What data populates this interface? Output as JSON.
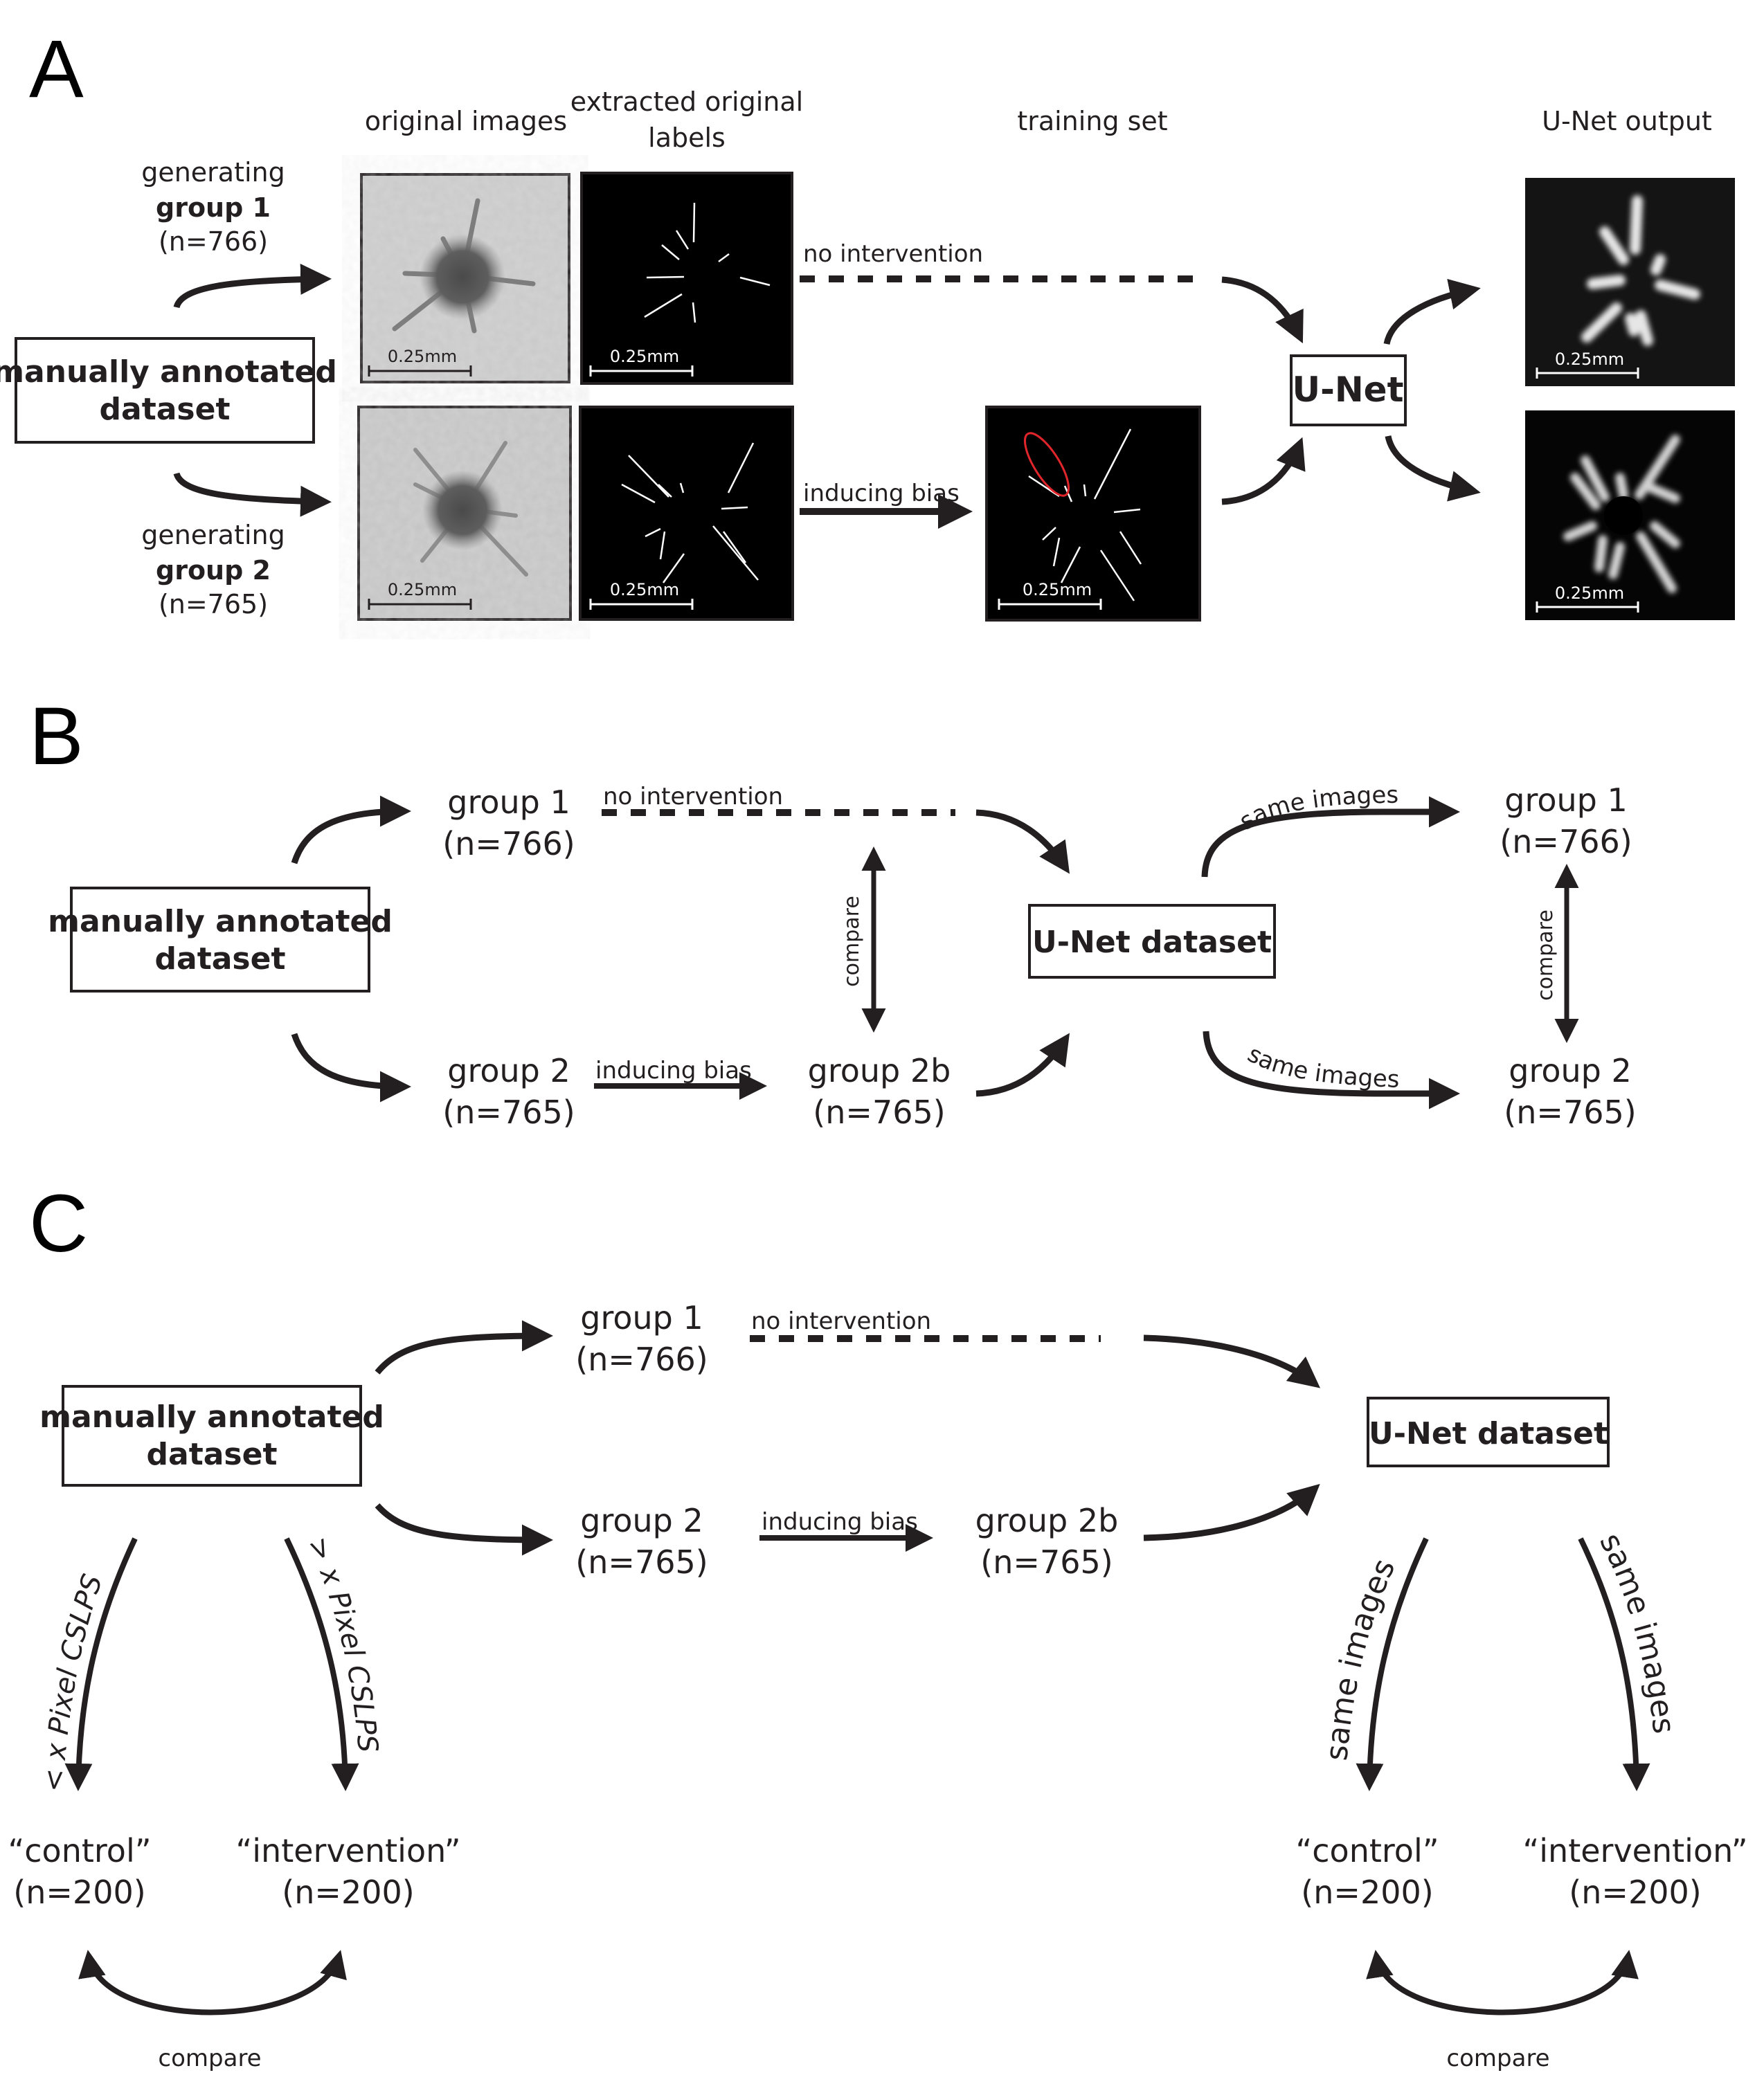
{
  "figure": {
    "colors": {
      "ink": "#231f20",
      "highlight_ellipse": "#e0262b",
      "micrograph_bg": "#c4c4c4",
      "mask_bg": "#000000"
    },
    "panel_a": {
      "letter": "A",
      "column_headers": {
        "original_images": "original images",
        "extracted_labels_line1": "extracted original",
        "extracted_labels_line2": "labels",
        "training_set": "training set",
        "unet_output": "U-Net output"
      },
      "source_box": {
        "line1": "manually annotated",
        "line2": "dataset"
      },
      "group1": {
        "line1": "generating",
        "line2": "group 1",
        "line3": "(n=766)"
      },
      "group2": {
        "line1": "generating",
        "line2": "group 2",
        "line3": "(n=765)"
      },
      "edge_no_intervention": "no intervention",
      "edge_inducing_bias": "inducing bias",
      "unet_box": "U-Net",
      "scale_bar_label": "0.25mm"
    },
    "panel_b": {
      "letter": "B",
      "source_box": {
        "line1": "manually annotated",
        "line2": "dataset"
      },
      "group1": {
        "name": "group 1",
        "n": "(n=766)"
      },
      "group2": {
        "name": "group 2",
        "n": "(n=765)"
      },
      "group2b": {
        "name": "group 2b",
        "n": "(n=765)"
      },
      "edge_no_intervention": "no intervention",
      "edge_inducing_bias": "inducing bias",
      "compare_label": "compare",
      "unet_box": "U-Net dataset",
      "same_images_label": "same images",
      "out_group1": {
        "name": "group 1",
        "n": "(n=766)"
      },
      "out_group2": {
        "name": "group 2",
        "n": "(n=765)"
      }
    },
    "panel_c": {
      "letter": "C",
      "source_box": {
        "line1": "manually annotated",
        "line2": "dataset"
      },
      "group1": {
        "name": "group 1",
        "n": "(n=766)"
      },
      "group2": {
        "name": "group 2",
        "n": "(n=765)"
      },
      "group2b": {
        "name": "group 2b",
        "n": "(n=765)"
      },
      "edge_no_intervention": "no intervention",
      "edge_inducing_bias": "inducing bias",
      "unet_box": "U-Net dataset",
      "edge_less_than": "< x Pixel CSLPS",
      "edge_greater_than": "> x Pixel CSLPS",
      "edge_same_images": "same images",
      "left_control": {
        "name": "“control”",
        "n": "(n=200)"
      },
      "left_intervention": {
        "name": "“intervention”",
        "n": "(n=200)"
      },
      "right_control": {
        "name": "“control”",
        "n": "(n=200)"
      },
      "right_intervention": {
        "name": "“intervention”",
        "n": "(n=200)"
      },
      "compare_label": "compare"
    }
  }
}
